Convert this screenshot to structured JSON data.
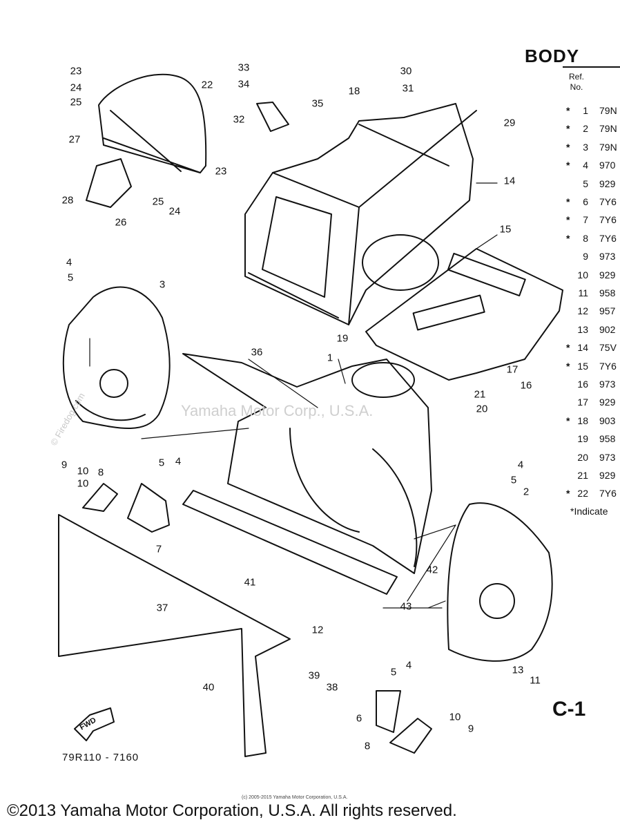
{
  "header": {
    "title": "BODY",
    "ref_label": "Ref.",
    "no_label": "No."
  },
  "parts_table": [
    {
      "star": "*",
      "no": "1",
      "code": "79N"
    },
    {
      "star": "*",
      "no": "2",
      "code": "79N"
    },
    {
      "star": "*",
      "no": "3",
      "code": "79N"
    },
    {
      "star": "*",
      "no": "4",
      "code": "970"
    },
    {
      "star": "",
      "no": "5",
      "code": "929"
    },
    {
      "star": "*",
      "no": "6",
      "code": "7Y6"
    },
    {
      "star": "*",
      "no": "7",
      "code": "7Y6"
    },
    {
      "star": "*",
      "no": "8",
      "code": "7Y6"
    },
    {
      "star": "",
      "no": "9",
      "code": "973"
    },
    {
      "star": "",
      "no": "10",
      "code": "929"
    },
    {
      "star": "",
      "no": "11",
      "code": "958"
    },
    {
      "star": "",
      "no": "12",
      "code": "957"
    },
    {
      "star": "",
      "no": "13",
      "code": "902"
    },
    {
      "star": "*",
      "no": "14",
      "code": "75V"
    },
    {
      "star": "*",
      "no": "15",
      "code": "7Y6"
    },
    {
      "star": "",
      "no": "16",
      "code": "973"
    },
    {
      "star": "",
      "no": "17",
      "code": "929"
    },
    {
      "star": "*",
      "no": "18",
      "code": "903"
    },
    {
      "star": "",
      "no": "19",
      "code": "958"
    },
    {
      "star": "",
      "no": "20",
      "code": "973"
    },
    {
      "star": "",
      "no": "21",
      "code": "929"
    },
    {
      "star": "*",
      "no": "22",
      "code": "7Y6"
    }
  ],
  "footnote": "*Indicate",
  "callouts": [
    "1",
    "2",
    "3",
    "4",
    "5",
    "6",
    "7",
    "8",
    "9",
    "10",
    "11",
    "12",
    "13",
    "14",
    "15",
    "16",
    "17",
    "18",
    "19",
    "20",
    "21",
    "22",
    "23",
    "24",
    "25",
    "26",
    "27",
    "28",
    "29",
    "30",
    "31",
    "32",
    "33",
    "34",
    "35",
    "36",
    "37",
    "38",
    "39",
    "40",
    "41",
    "42",
    "43"
  ],
  "page_code": "C-1",
  "drawing_number": "79R110 - 7160",
  "fwd_label": "FWD",
  "watermark": "Yamaha Motor Corp., U.S.A.",
  "site_watermark": "© Firedog.com",
  "small_copyright": "(c) 2005-2015 Yamaha Motor Corporation, U.S.A.",
  "copyright": "©2013 Yamaha Motor Corporation, U.S.A. All rights reserved."
}
